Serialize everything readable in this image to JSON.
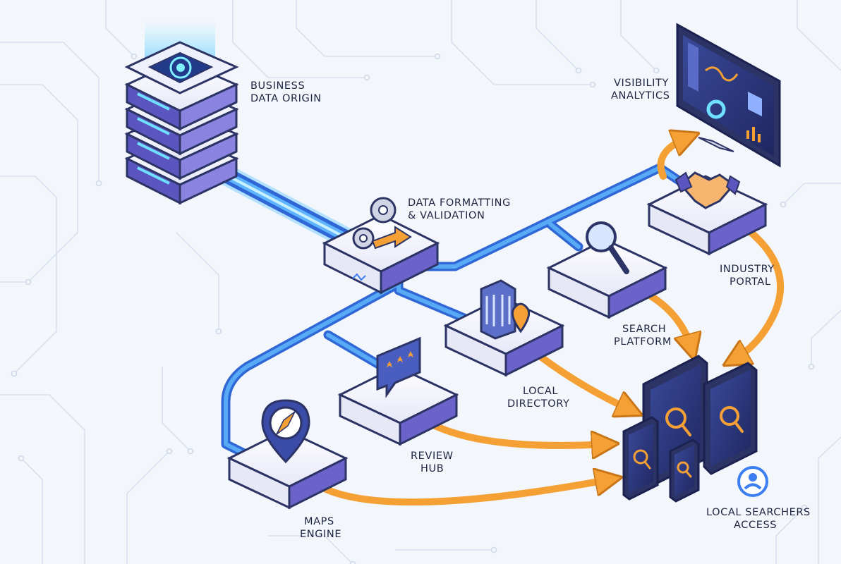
{
  "diagram": {
    "nodes": {
      "origin": {
        "line1": "BUSINESS",
        "line2": "DATA ORIGIN"
      },
      "formatting": {
        "line1": "DATA FORMATTING",
        "line2": "& VALIDATION"
      },
      "analytics": {
        "line1": "VISIBILITY",
        "line2": "ANALYTICS"
      },
      "industry": {
        "line1": "INDUSTRY",
        "line2": "PORTAL"
      },
      "search": {
        "line1": "SEARCH",
        "line2": "PLATFORM"
      },
      "directory": {
        "line1": "LOCAL",
        "line2": "DIRECTORY"
      },
      "review": {
        "line1": "REVIEW",
        "line2": "HUB"
      },
      "maps": {
        "line1": "MAPS",
        "line2": "ENGINE"
      },
      "searchers": {
        "line1": "LOCAL SEARCHERS",
        "line2": "ACCESS"
      }
    }
  },
  "colors": {
    "background": "#f3f6fb",
    "pipe": "#3d7ff0",
    "pipe_glow": "#7fd0ff",
    "arrow": "#f5a035",
    "node_top": "#f4f5fc",
    "node_side": "#6b63c9",
    "dark_device": "#2c3466",
    "text": "#1f2440"
  },
  "icons": [
    "server-icon",
    "gear-icon",
    "dashboard-icon",
    "handshake-icon",
    "magnifier-icon",
    "building-icon",
    "map-pin-icon",
    "review-stars-icon",
    "compass-icon",
    "tablet-icon",
    "phone-icon",
    "user-pin-icon"
  ]
}
